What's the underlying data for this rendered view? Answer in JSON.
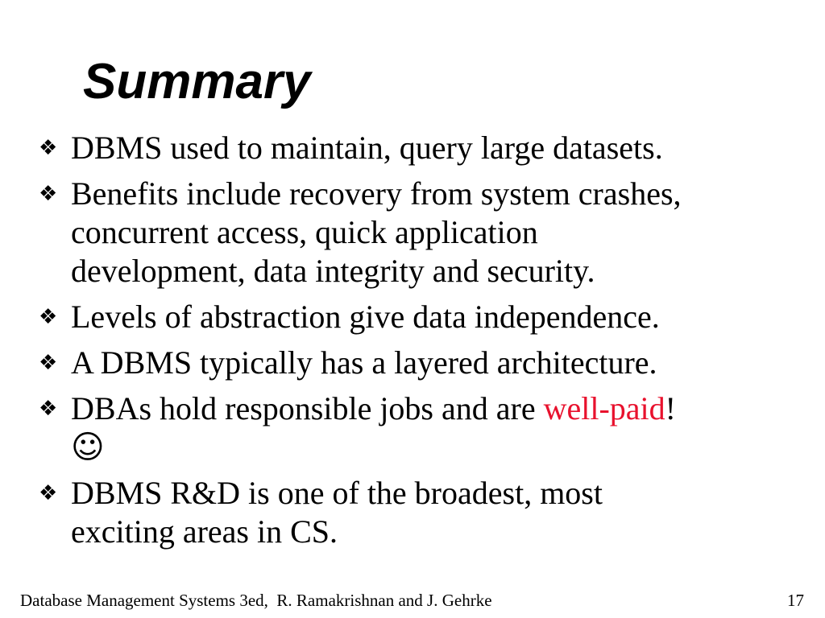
{
  "slide": {
    "title": "Summary",
    "bullet_glyph": "❖",
    "bullets": [
      {
        "lines": [
          [
            {
              "t": "DBMS used to maintain, query large datasets."
            }
          ]
        ]
      },
      {
        "lines": [
          [
            {
              "t": "Benefits include recovery from system crashes,"
            }
          ],
          [
            {
              "t": "concurrent access, quick application"
            }
          ],
          [
            {
              "t": "development, data integrity and security."
            }
          ]
        ]
      },
      {
        "lines": [
          [
            {
              "t": "Levels of abstraction give data independence."
            }
          ]
        ]
      },
      {
        "lines": [
          [
            {
              "t": "A DBMS typically has a layered architecture."
            }
          ]
        ]
      },
      {
        "lines": [
          [
            {
              "t": "DBAs hold responsible jobs and are "
            },
            {
              "t": "well-paid",
              "color": "red"
            },
            {
              "t": "!"
            }
          ],
          [
            {
              "t": "☺",
              "icon": "smiley"
            }
          ]
        ]
      },
      {
        "lines": [
          [
            {
              "t": "DBMS R&D is one of the broadest, most"
            }
          ],
          [
            {
              "t": "exciting areas in CS."
            }
          ]
        ]
      }
    ],
    "footer": {
      "citation": "Database Management Systems 3ed,  R. Ramakrishnan and J. Gehrke",
      "page_number": "17"
    },
    "colors": {
      "background": "#ffffff",
      "text": "#000000",
      "accent_red": "#e8112d"
    }
  }
}
